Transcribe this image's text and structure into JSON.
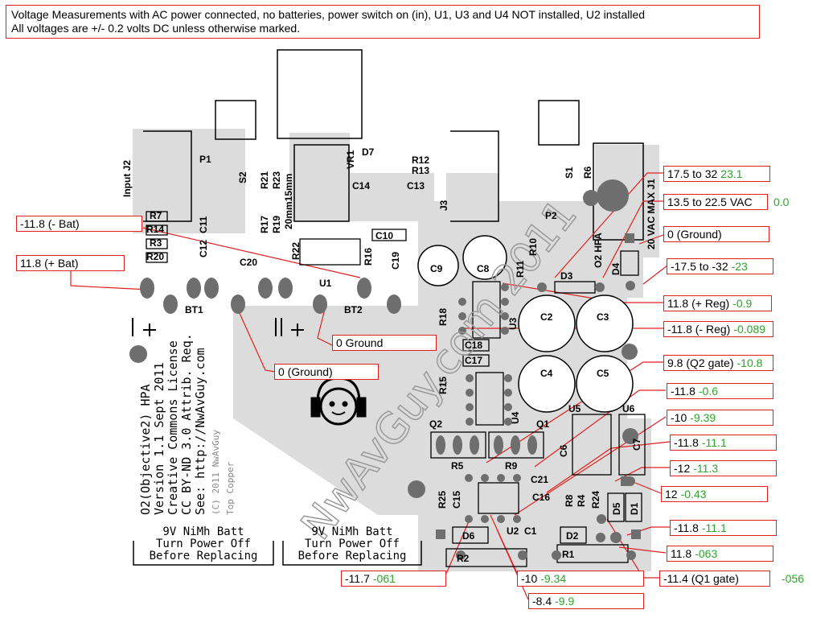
{
  "header": {
    "line1": "Voltage Measurements with AC power connected, no batteries, power switch on (in), U1, U3 and U4 NOT installed, U2 installed",
    "line2": "All voltages are +/- 0.2 volts DC unless otherwise marked."
  },
  "silkscreen": {
    "refs": [
      "Input J2",
      "P1",
      "S2",
      "R21",
      "R23",
      "20mm15mm",
      "VR1",
      "D7",
      "R12",
      "R13",
      "C14",
      "C13",
      "J3",
      "S1",
      "R6",
      "20 VAC MAX J1",
      "R7",
      "R14",
      "R3",
      "R20",
      "C11",
      "C12",
      "R17",
      "R19",
      "R22",
      "C10",
      "C20",
      "R16",
      "C19",
      "U1",
      "C9",
      "C8",
      "R10",
      "R11",
      "P2",
      "O2 HPA",
      "D4",
      "D3",
      "BT1",
      "BT2",
      "R18",
      "U3",
      "C2",
      "C3",
      "C18",
      "C17",
      "C4",
      "C5",
      "R15",
      "U4",
      "Q2",
      "Q1",
      "U5",
      "U6",
      "C6",
      "C7",
      "R5",
      "R9",
      "C21",
      "R25",
      "C15",
      "C16",
      "R8",
      "R4",
      "R24",
      "D5",
      "D1",
      "D6",
      "U2",
      "C1",
      "D2",
      "R2",
      "R1"
    ],
    "board_text": [
      "O2(Objective2) HPA",
      "Version 1.1 Sept 2011",
      "Creative Commons License",
      "CC BY-ND 3.0 Attrib. Req.",
      "See: http://NwAvGuy.com"
    ],
    "watermark": "NwAvGuy.com 2011",
    "copyright": "(C) 2011 NwAvGuy",
    "layer": "Top Copper",
    "batt_note_left": [
      "9V NiMh Batt",
      "Turn Power Off",
      "Before Replacing"
    ],
    "batt_note_right": [
      "9V NiMh Batt",
      "Turn Power Off",
      "Before Replacing"
    ]
  },
  "annotations": [
    {
      "id": "neg-bat",
      "text": "-11.8 (- Bat)",
      "measured": ""
    },
    {
      "id": "pos-bat",
      "text": "11.8 (+ Bat)",
      "measured": ""
    },
    {
      "id": "ground-1",
      "text": "0 Ground",
      "measured": ""
    },
    {
      "id": "ground-2",
      "text": "0 (Ground)",
      "measured": ""
    },
    {
      "id": "rail-dc",
      "text": "17.5 to 32",
      "measured": "23.1"
    },
    {
      "id": "ac-in",
      "text": "13.5 to 22.5 VAC",
      "measured": "0.0"
    },
    {
      "id": "ground-3",
      "text": "0 (Ground)",
      "measured": ""
    },
    {
      "id": "neg-rail",
      "text": "-17.5 to -32",
      "measured": "-23"
    },
    {
      "id": "pos-reg",
      "text": "11.8 (+ Reg)",
      "measured": "-0.9"
    },
    {
      "id": "neg-reg",
      "text": "-11.8 (- Reg)",
      "measured": "-0.089"
    },
    {
      "id": "q2-gate",
      "text": "9.8 (Q2 gate)",
      "measured": "-10.8"
    },
    {
      "id": "v-a",
      "text": "-11.8",
      "measured": "-0.6"
    },
    {
      "id": "v-b",
      "text": "-10",
      "measured": "-9.39"
    },
    {
      "id": "v-c",
      "text": "-11.8",
      "measured": "-11.1"
    },
    {
      "id": "v-d",
      "text": "-12",
      "measured": "-11.3"
    },
    {
      "id": "v-e",
      "text": "12",
      "measured": "-0.43"
    },
    {
      "id": "v-f",
      "text": "-11.8",
      "measured": "-11.1"
    },
    {
      "id": "v-g",
      "text": "11.8",
      "measured": "-063"
    },
    {
      "id": "q1-gate",
      "text": "-11.4 (Q1 gate)",
      "measured": "-056"
    },
    {
      "id": "v-h",
      "text": "-11.7",
      "measured": "-061"
    },
    {
      "id": "v-i",
      "text": "-10",
      "measured": "-9.34"
    },
    {
      "id": "v-j",
      "text": "-8.4",
      "measured": "-9.9"
    }
  ],
  "colors": {
    "callout_border": "#e02020",
    "measured": "#2ea32e",
    "pad": "#6e6e6e",
    "board_shade": "#dcdcdc"
  }
}
